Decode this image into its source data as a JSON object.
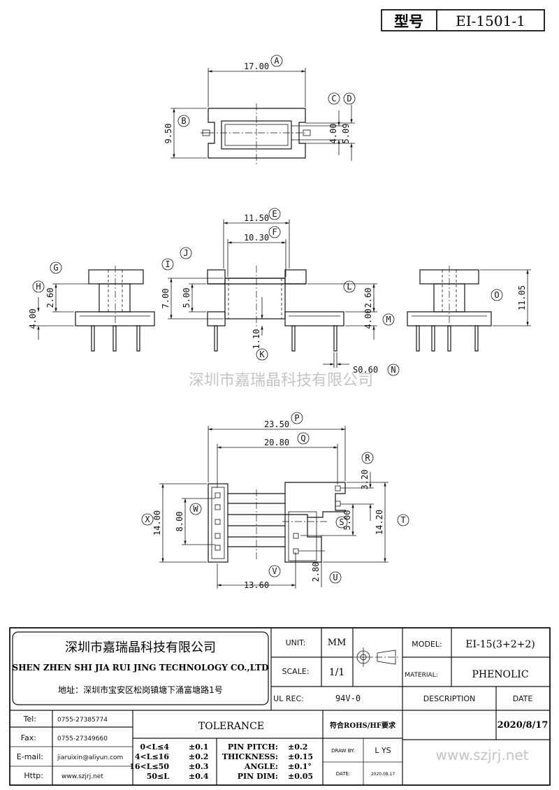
{
  "header": {
    "model_label": "型号",
    "model_value": "EI-1501-1"
  },
  "watermark": {
    "company": "深圳市嘉瑞晶科技有限公司",
    "website": "www.szjrj.net"
  },
  "views": {
    "top": {
      "dims": [
        {
          "letter": "A",
          "value": "17.00"
        },
        {
          "letter": "B",
          "value": "9.50"
        },
        {
          "letter": "C",
          "value": "4.00"
        },
        {
          "letter": "D",
          "value": "5.09"
        }
      ]
    },
    "front": {
      "dims": [
        {
          "letter": "E",
          "value": "11.50"
        },
        {
          "letter": "F",
          "value": "10.30"
        },
        {
          "letter": "G",
          "value": "2.60"
        },
        {
          "letter": "H",
          "value": "4.00"
        },
        {
          "letter": "I",
          "value": "7.00"
        },
        {
          "letter": "J",
          "value": "5.00"
        },
        {
          "letter": "K",
          "value": "1.10"
        },
        {
          "letter": "L",
          "value": "2.60"
        },
        {
          "letter": "M",
          "value": "4.00"
        },
        {
          "letter": "N",
          "value": "S0.60"
        },
        {
          "letter": "O",
          "value": "11.05"
        }
      ]
    },
    "bottom": {
      "dims": [
        {
          "letter": "P",
          "value": "23.50"
        },
        {
          "letter": "Q",
          "value": "20.80"
        },
        {
          "letter": "R",
          "value": "3.20"
        },
        {
          "letter": "S",
          "value": "5.00"
        },
        {
          "letter": "T",
          "value": "14.20"
        },
        {
          "letter": "U",
          "value": "2.80"
        },
        {
          "letter": "V",
          "value": "13.60"
        },
        {
          "letter": "W",
          "value": "8.00"
        },
        {
          "letter": "X",
          "value": "14.00"
        }
      ]
    }
  },
  "title_block": {
    "company_cn": "深圳市嘉瑞晶科技有限公司",
    "company_en": "SHEN ZHEN SHI   JIA RUI JING   TECHNOLOGY CO.,LTD",
    "address": "地址：深圳市宝安区松岗镇塘下涌富塘路1号",
    "unit_label": "UNIT:",
    "unit_value": "MM",
    "scale_label": "SCALE:",
    "scale_value": "1/1",
    "ul_label": "UL REC:",
    "ul_value": "94V-0",
    "model_label": "MODEL:",
    "model_value": "EI-15(3+2+2)",
    "material_label": "MATERIAL:",
    "material_value": "PHENOLIC",
    "description_label": "DESCRIPTION",
    "date_label": "DATE",
    "rohs": "符合ROHS/HF要求",
    "date_value": "2020/8/17",
    "contacts": [
      {
        "label": "Tel:",
        "value": "0755-27385774"
      },
      {
        "label": "Fax:",
        "value": "0755-27349660"
      },
      {
        "label": "E-mail:",
        "value": "jiaruixin@aliyun.com"
      },
      {
        "label": "Http:",
        "value": "www.szjrj.net"
      }
    ],
    "tolerance_title": "TOLERANCE",
    "tolerance_rows": [
      {
        "range": "0<L≤4",
        "tol": "±0.1"
      },
      {
        "range": "4<L≤16",
        "tol": "±0.2"
      },
      {
        "range": "16<L≤50",
        "tol": "±0.3"
      },
      {
        "range": "50≤L",
        "tol": "±0.4"
      }
    ],
    "spec_rows": [
      {
        "label": "PIN PITCH:",
        "tol": "±0.2"
      },
      {
        "label": "THICKNESS:",
        "tol": "±0.15"
      },
      {
        "label": "ANGLE:",
        "tol": "±0.1°"
      },
      {
        "label": "PIN DIM:",
        "tol": "±0.05"
      }
    ],
    "draw_by_label": "DRAW BY:",
    "draw_by_value": "L YS",
    "date_small_label": "DATE:",
    "date_small_value": "2020.08.17"
  }
}
